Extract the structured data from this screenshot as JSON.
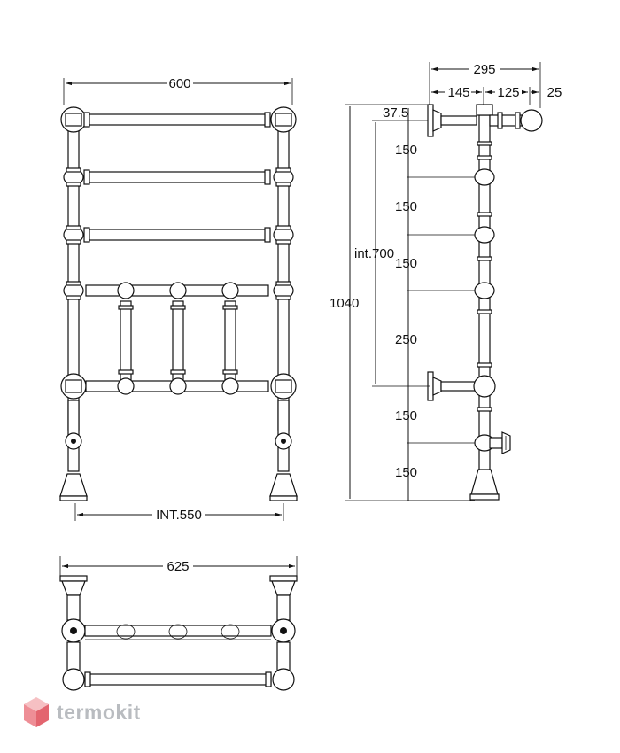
{
  "front_view": {
    "width_label": "600",
    "inner_width_label": "INT.550"
  },
  "top_view": {
    "width_label": "625"
  },
  "side_view": {
    "depth_total": "295",
    "depth_a": "145",
    "depth_b": "125",
    "depth_c": "25",
    "offset_top": "37.5",
    "height_total": "1040",
    "inner_height": "int.700",
    "spacing": [
      "150",
      "150",
      "150",
      "250",
      "150",
      "150"
    ]
  },
  "logo": {
    "text": "termokit",
    "colors": {
      "light": "#f6c0c3",
      "mid": "#ee8e96",
      "dark": "#e3656f",
      "text": "#b9bcc0"
    }
  }
}
